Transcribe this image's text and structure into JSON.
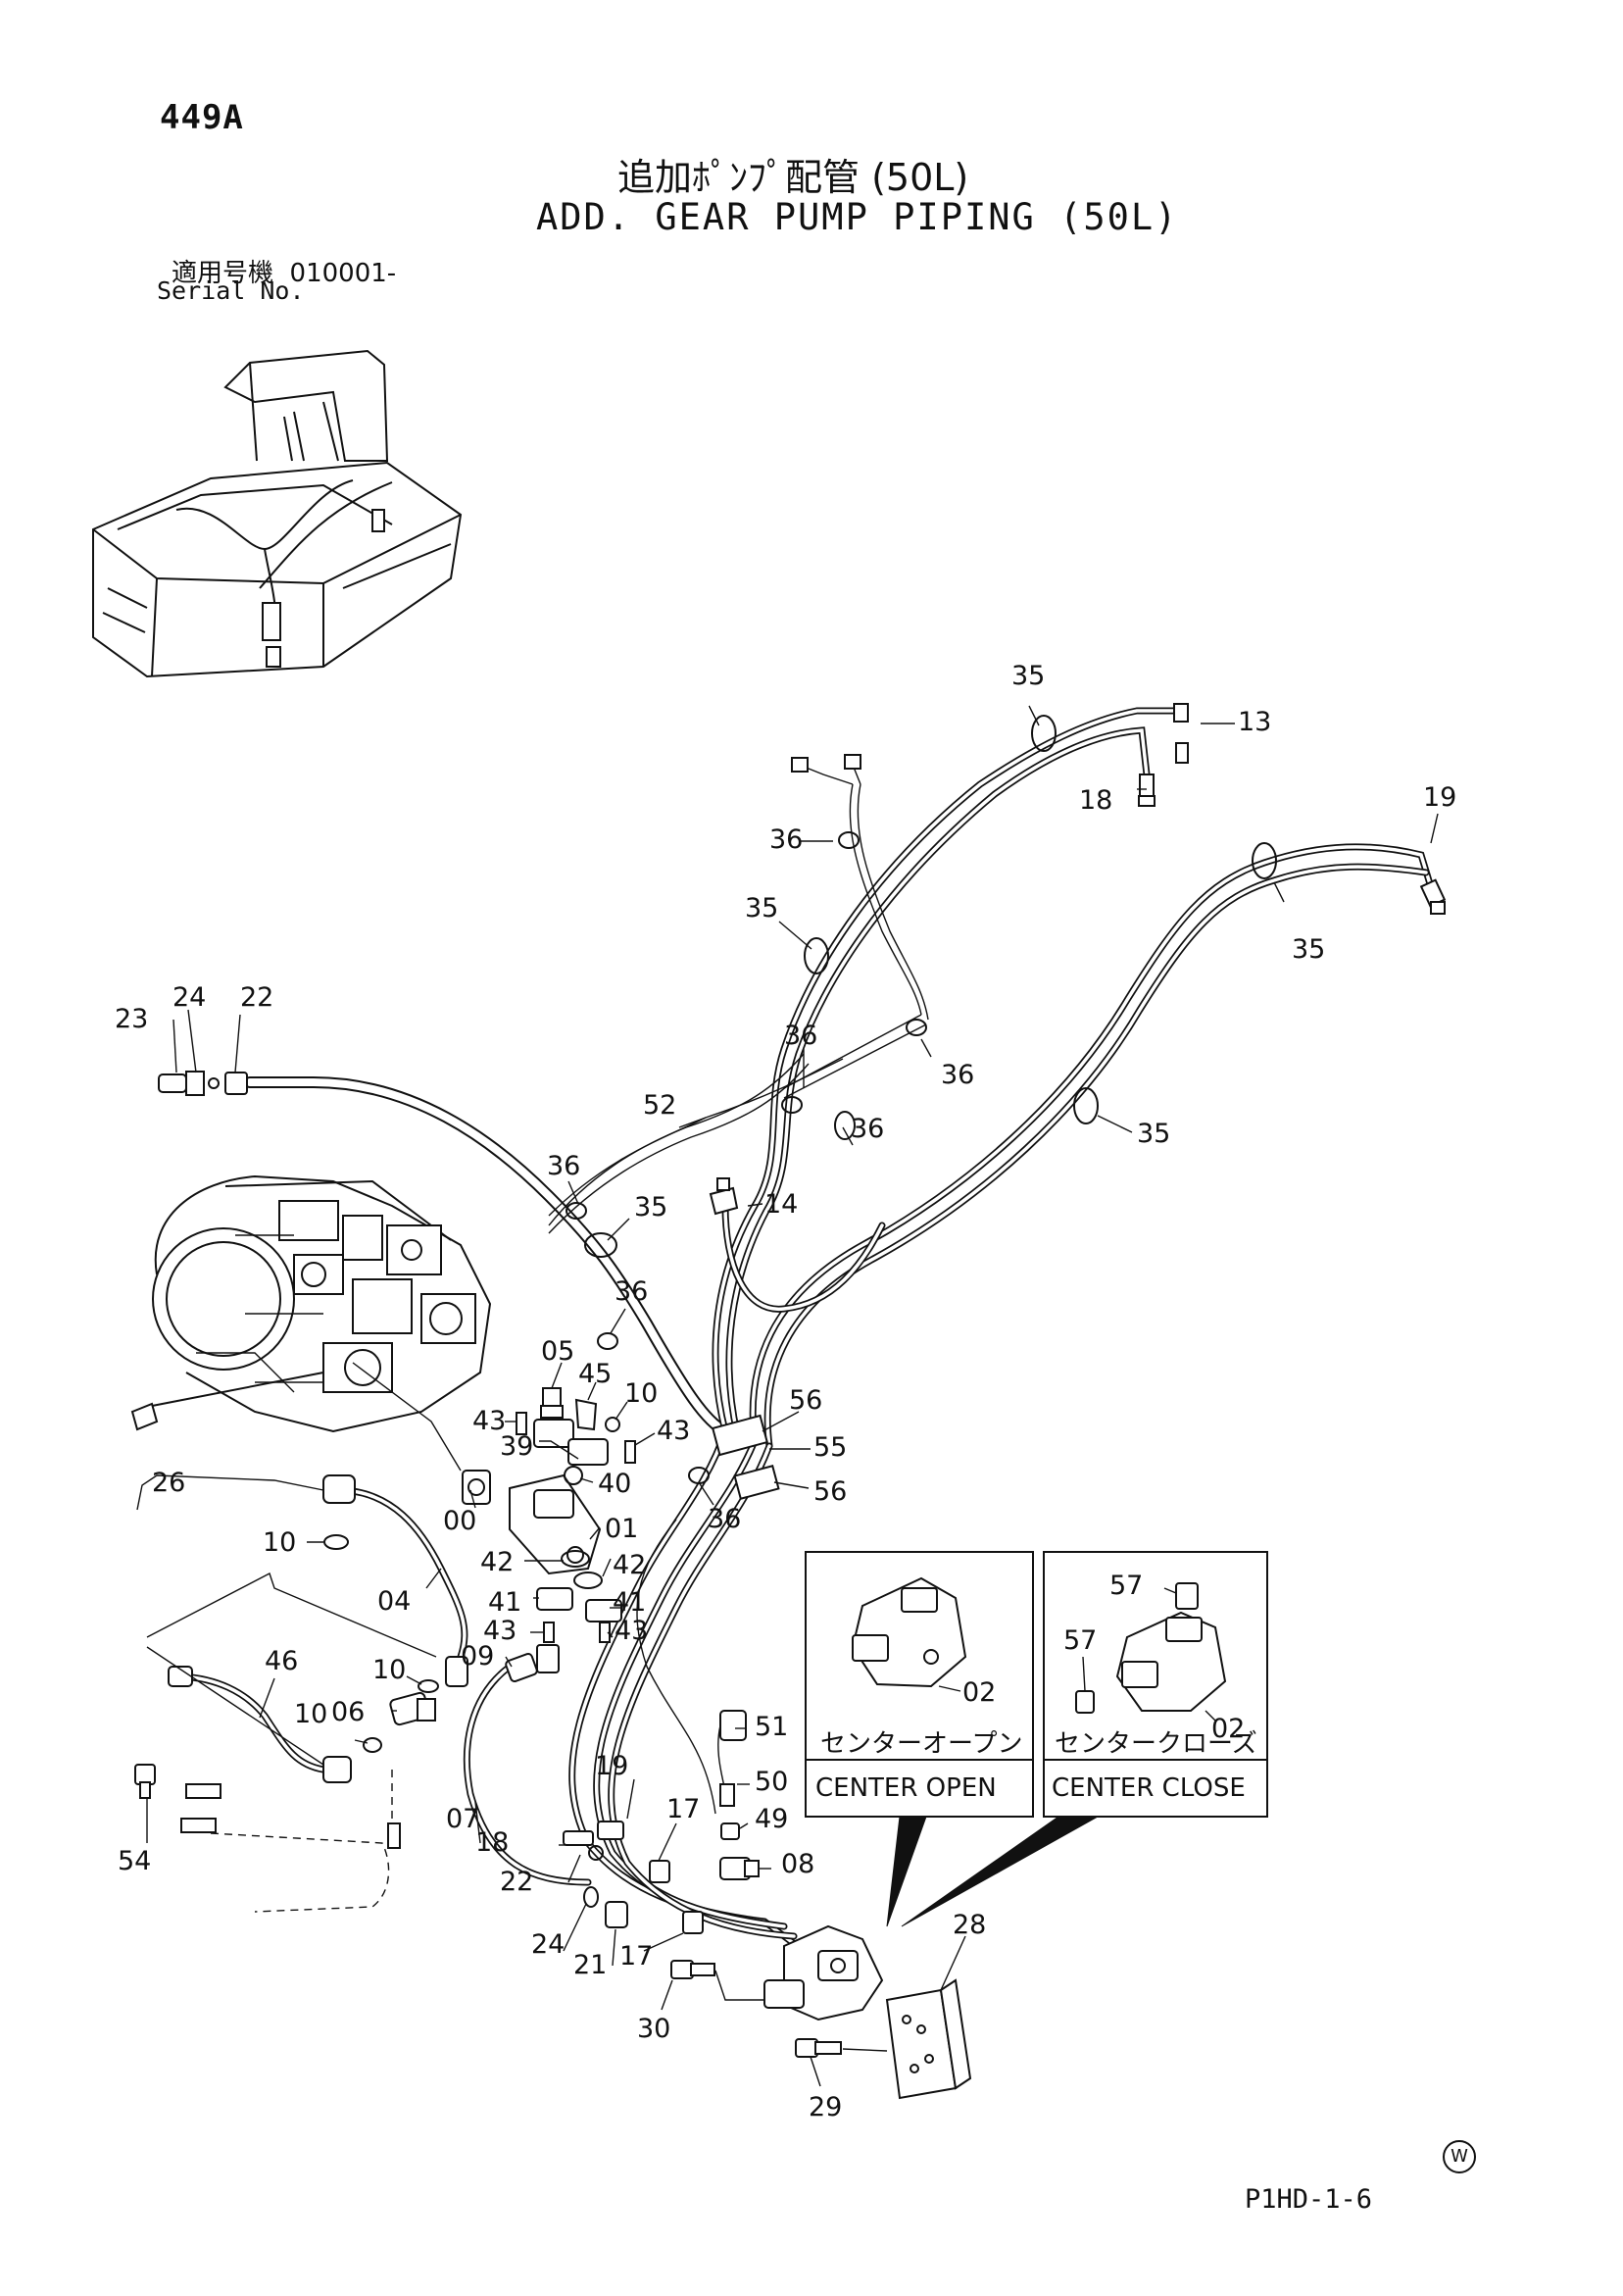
{
  "header": {
    "page_no": "449A",
    "title_jp": "追加ﾎﾟﾝﾌﾟ配管 (50L)",
    "title_en": "ADD. GEAR PUMP PIPING (50L)",
    "serial_label_jp": "適用号機",
    "serial_value": "010001-",
    "serial_label_en": "Serial No."
  },
  "callouts": [
    "35",
    "13",
    "18",
    "19",
    "36",
    "35",
    "35",
    "24",
    "22",
    "23",
    "36",
    "36",
    "52",
    "36",
    "35",
    "36",
    "35",
    "14",
    "36",
    "05",
    "45",
    "10",
    "43",
    "43",
    "39",
    "40",
    "00",
    "01",
    "36",
    "56",
    "55",
    "56",
    "10",
    "42",
    "42",
    "41",
    "41",
    "43",
    "43",
    "04",
    "09",
    "10",
    "06",
    "10",
    "46",
    "26",
    "54",
    "07",
    "19",
    "17",
    "51",
    "50",
    "49",
    "08",
    "18",
    "22",
    "24",
    "21",
    "17",
    "30",
    "28",
    "29"
  ],
  "insets": {
    "center_open": {
      "caption_jp": "センターオープン",
      "caption_en": "CENTER OPEN",
      "part": "02"
    },
    "center_close": {
      "caption_jp": "センタークローズ",
      "caption_en": "CENTER CLOSE",
      "part_a": "57",
      "part_b": "57",
      "part_c": "02"
    }
  },
  "footer": {
    "code": "P1HD-1-6",
    "mark": "W"
  }
}
